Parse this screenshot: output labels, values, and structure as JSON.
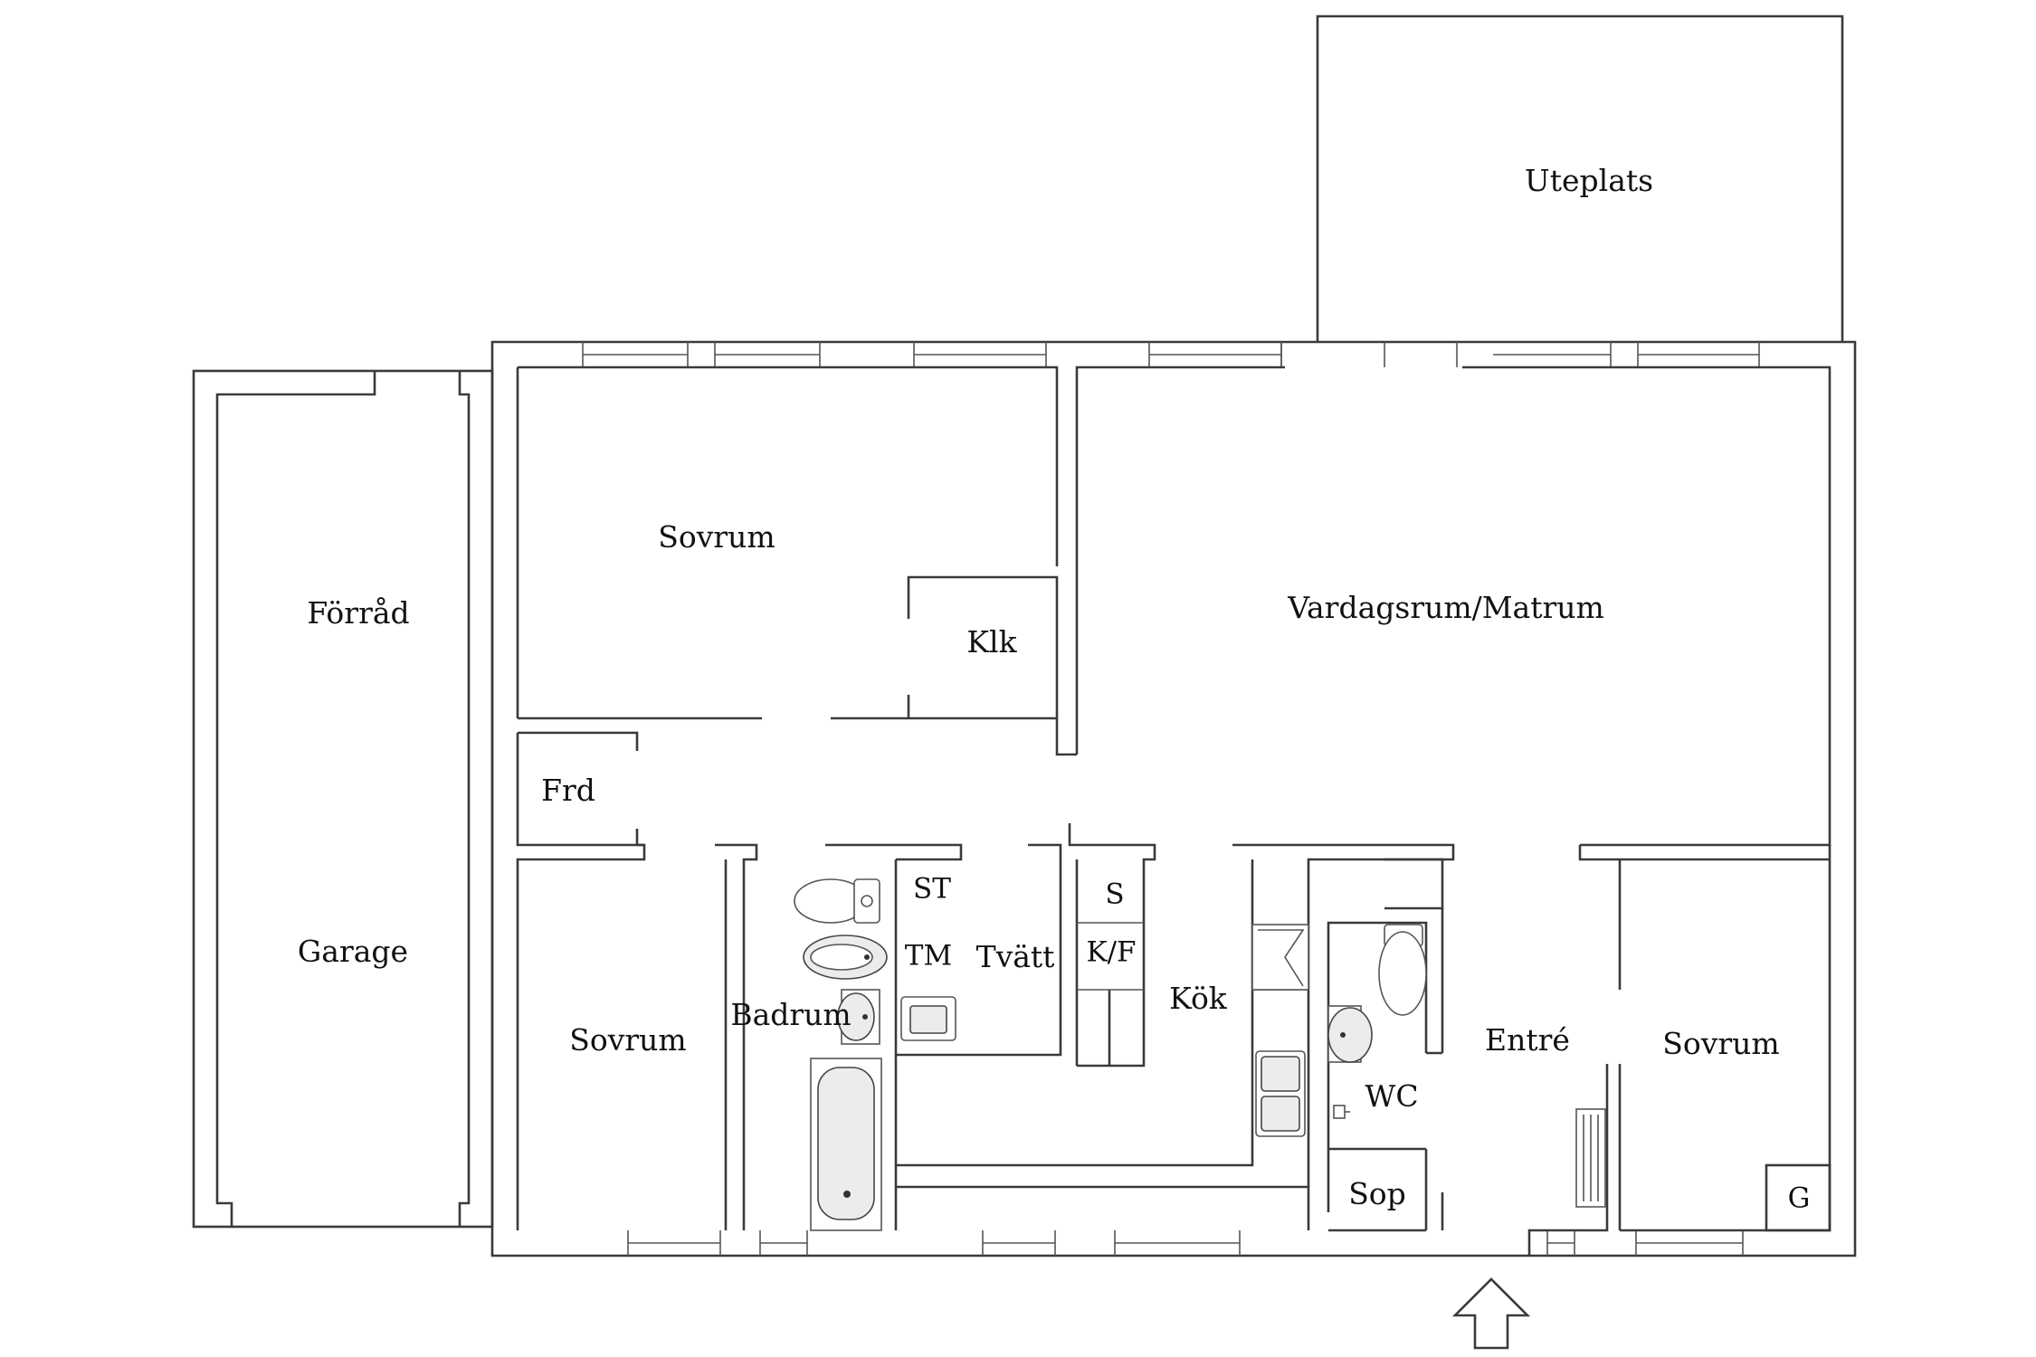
{
  "rooms": {
    "uteplats": "Uteplats",
    "forrad": "Förråd",
    "garage": "Garage",
    "sovrum_top": "Sovrum",
    "klk": "Klk",
    "vardagsrum": "Vardagsrum/Matrum",
    "frd": "Frd",
    "sovrum_left": "Sovrum",
    "badrum": "Badrum",
    "st": "ST",
    "tm": "TM",
    "tvatt": "Tvätt",
    "s": "S",
    "kf": "K/F",
    "kok": "Kök",
    "wc": "WC",
    "sop": "Sop",
    "entre": "Entré",
    "sovrum_right": "Sovrum",
    "g": "G"
  },
  "icons": {
    "entrance": "arrow-up-outline-icon",
    "toilet": "toilet-icon",
    "sink": "sink-icon",
    "bathtub": "bathtub-icon",
    "stove": "stove-icon",
    "radiator": "radiator-icon"
  }
}
